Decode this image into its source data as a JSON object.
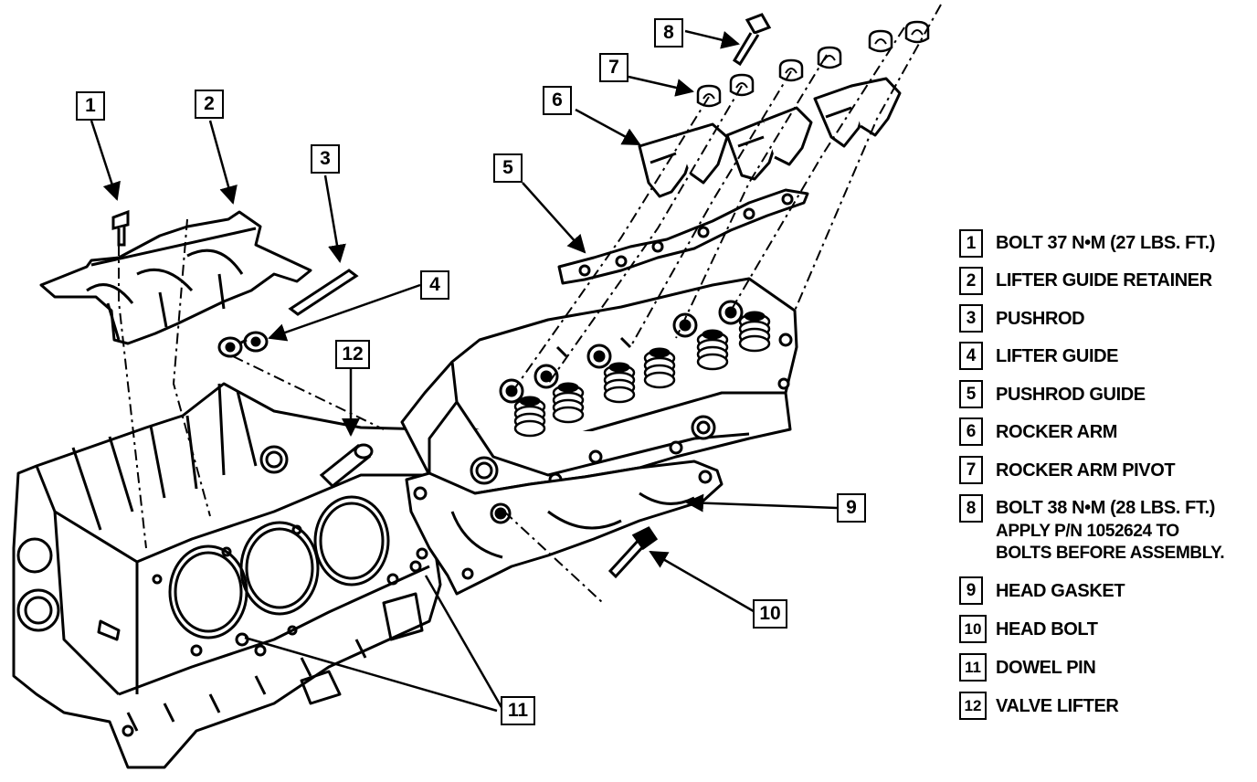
{
  "callouts": [
    {
      "num": "1"
    },
    {
      "num": "2"
    },
    {
      "num": "3"
    },
    {
      "num": "4"
    },
    {
      "num": "5"
    },
    {
      "num": "6"
    },
    {
      "num": "7"
    },
    {
      "num": "8"
    },
    {
      "num": "9"
    },
    {
      "num": "10"
    },
    {
      "num": "11"
    },
    {
      "num": "12"
    }
  ],
  "legend": [
    {
      "num": "1",
      "text": "BOLT 37 N•M (27 LBS. FT.)"
    },
    {
      "num": "2",
      "text": "LIFTER GUIDE RETAINER"
    },
    {
      "num": "3",
      "text": "PUSHROD"
    },
    {
      "num": "4",
      "text": "LIFTER GUIDE"
    },
    {
      "num": "5",
      "text": "PUSHROD GUIDE"
    },
    {
      "num": "6",
      "text": "ROCKER ARM"
    },
    {
      "num": "7",
      "text": "ROCKER ARM PIVOT"
    },
    {
      "num": "8",
      "text": "BOLT 38 N•M (28 LBS. FT.)",
      "lines": [
        "APPLY P/N 1052624 TO",
        "BOLTS BEFORE ASSEMBLY."
      ]
    },
    {
      "num": "9",
      "text": "HEAD GASKET"
    },
    {
      "num": "10",
      "text": "HEAD BOLT"
    },
    {
      "num": "11",
      "text": "DOWEL PIN"
    },
    {
      "num": "12",
      "text": "VALVE LIFTER"
    }
  ],
  "colors": {
    "ink": "#000000",
    "paper": "#ffffff"
  }
}
